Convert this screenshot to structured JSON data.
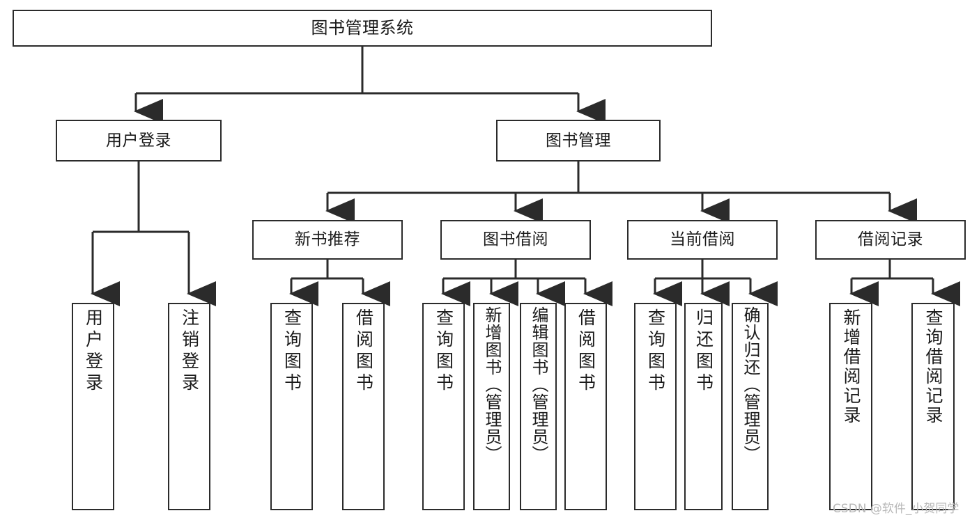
{
  "diagram": {
    "title": "图书管理系统",
    "type": "functional-structure-tree",
    "background": "#ffffff",
    "stroke": "#2b2b2b"
  },
  "nodes": {
    "root": {
      "label": "图书管理系统"
    },
    "level2": [
      {
        "id": "user-login",
        "label": "用户登录"
      },
      {
        "id": "book-manage",
        "label": "图书管理"
      }
    ],
    "level3": [
      {
        "id": "new-book-recommend",
        "label": "新书推荐"
      },
      {
        "id": "book-borrow",
        "label": "图书借阅"
      },
      {
        "id": "current-borrow",
        "label": "当前借阅"
      },
      {
        "id": "borrow-record",
        "label": "借阅记录"
      }
    ],
    "leaves": [
      {
        "id": "leaf-user-login",
        "label": "用户登录",
        "parent": "user-login"
      },
      {
        "id": "leaf-logout",
        "label": "注销登录",
        "parent": "user-login"
      },
      {
        "id": "leaf-query-book-1",
        "label": "查询图书",
        "parent": "new-book-recommend"
      },
      {
        "id": "leaf-borrow-book-1",
        "label": "借阅图书",
        "parent": "new-book-recommend"
      },
      {
        "id": "leaf-query-book-2",
        "label": "查询图书",
        "parent": "book-borrow"
      },
      {
        "id": "leaf-add-book",
        "label": "新增图书（管理员）",
        "parent": "book-borrow"
      },
      {
        "id": "leaf-edit-book",
        "label": "编辑图书（管理员）",
        "parent": "book-borrow"
      },
      {
        "id": "leaf-borrow-book-2",
        "label": "借阅图书",
        "parent": "book-borrow"
      },
      {
        "id": "leaf-query-book-3",
        "label": "查询图书",
        "parent": "current-borrow"
      },
      {
        "id": "leaf-return-book",
        "label": "归还图书",
        "parent": "current-borrow"
      },
      {
        "id": "leaf-confirm-return",
        "label": "确认归还（管理员）",
        "parent": "current-borrow"
      },
      {
        "id": "leaf-add-record",
        "label": "新增借阅记录",
        "parent": "borrow-record"
      },
      {
        "id": "leaf-query-record",
        "label": "查询借阅记录",
        "parent": "borrow-record"
      }
    ]
  },
  "watermark": {
    "text": "CSDN @软件_小贺同学"
  }
}
